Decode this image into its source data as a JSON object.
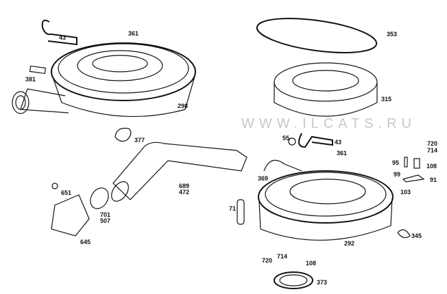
{
  "watermark": "WWW.ILCATS.RU",
  "parts": [
    {
      "id": "p43a",
      "label": "43"
    },
    {
      "id": "p361a",
      "label": "361"
    },
    {
      "id": "p381",
      "label": "381"
    },
    {
      "id": "p298",
      "label": "298"
    },
    {
      "id": "p377",
      "label": "377"
    },
    {
      "id": "p353",
      "label": "353"
    },
    {
      "id": "p315",
      "label": "315"
    },
    {
      "id": "p55",
      "label": "55"
    },
    {
      "id": "p43b",
      "label": "43"
    },
    {
      "id": "p361b",
      "label": "361"
    },
    {
      "id": "p720a",
      "label": "720"
    },
    {
      "id": "p714a",
      "label": "714"
    },
    {
      "id": "p95",
      "label": "95"
    },
    {
      "id": "p108a",
      "label": "108"
    },
    {
      "id": "p99",
      "label": "99"
    },
    {
      "id": "p91",
      "label": "91"
    },
    {
      "id": "p103",
      "label": "103"
    },
    {
      "id": "p369",
      "label": "369"
    },
    {
      "id": "p651",
      "label": "651"
    },
    {
      "id": "p689",
      "label": "689"
    },
    {
      "id": "p472",
      "label": "472"
    },
    {
      "id": "p701",
      "label": "701"
    },
    {
      "id": "p507",
      "label": "507"
    },
    {
      "id": "p71",
      "label": "71"
    },
    {
      "id": "p645",
      "label": "645"
    },
    {
      "id": "p292",
      "label": "292"
    },
    {
      "id": "p345",
      "label": "345"
    },
    {
      "id": "p720b",
      "label": "720"
    },
    {
      "id": "p714b",
      "label": "714"
    },
    {
      "id": "p108b",
      "label": "108"
    },
    {
      "id": "p373",
      "label": "373"
    }
  ]
}
